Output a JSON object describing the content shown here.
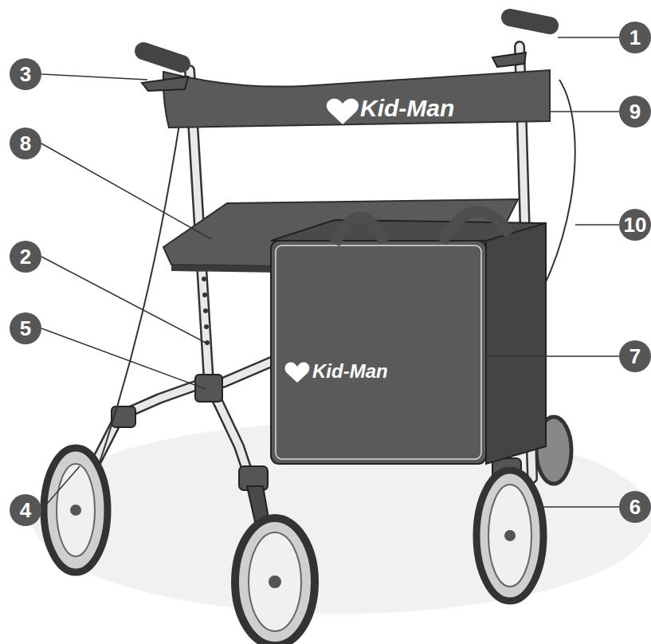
{
  "diagram": {
    "nodes": [
      {
        "text": [
          "1"
        ]
      },
      {
        "text": [
          "3"
        ]
      },
      {
        "text": [
          "9"
        ]
      },
      {
        "text": [
          "8"
        ]
      },
      {
        "text": [
          "10"
        ]
      },
      {
        "text": [
          "2"
        ]
      },
      {
        "text": [
          "5"
        ]
      },
      {
        "text": [
          "7"
        ]
      },
      {
        "text": [
          "6"
        ]
      },
      {
        "text": [
          "4"
        ]
      }
    ],
    "labels": [
      "Kid-Man",
      "Kid-Man"
    ]
  }
}
